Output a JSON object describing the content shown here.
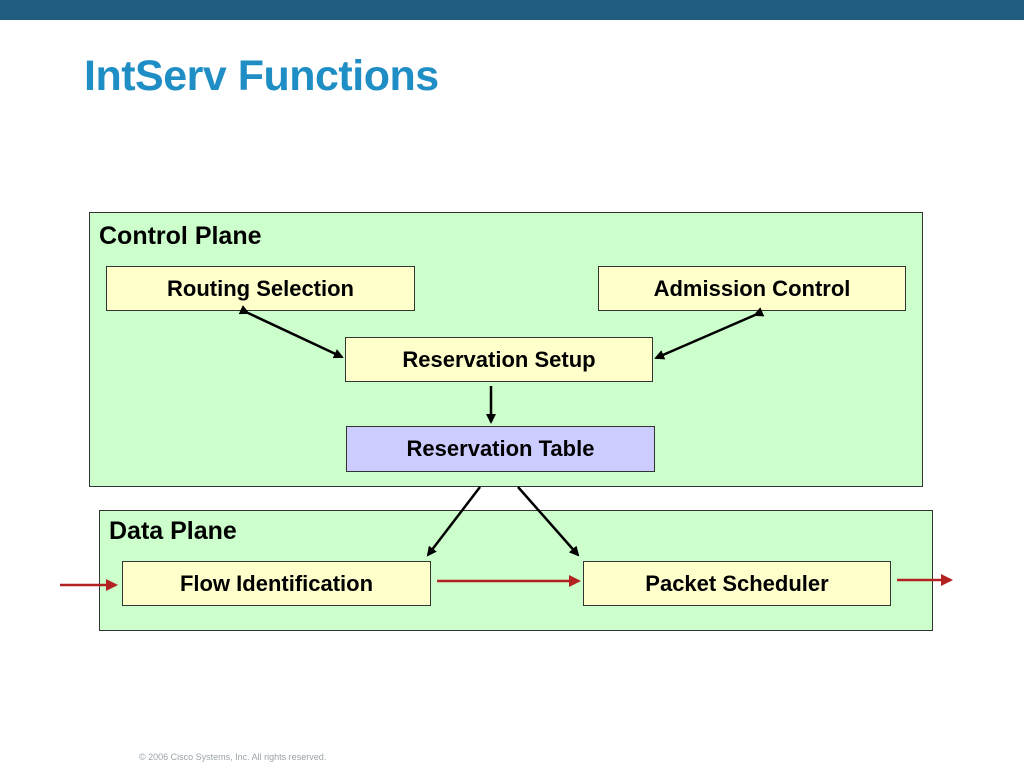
{
  "slide": {
    "title": "IntServ Functions",
    "footer": "© 2006 Cisco Systems, Inc. All rights reserved."
  },
  "control_plane": {
    "label": "Control Plane",
    "routing_selection": "Routing Selection",
    "admission_control": "Admission Control",
    "reservation_setup": "Reservation Setup",
    "reservation_table": "Reservation Table"
  },
  "data_plane": {
    "label": "Data Plane",
    "flow_identification": "Flow Identification",
    "packet_scheduler": "Packet Scheduler"
  },
  "colors": {
    "header_bar": "#1f5c7d",
    "title": "#1f8ec4",
    "plane_fill": "#ccffcc",
    "box_fill": "#ffffcc",
    "table_fill": "#ccccff",
    "control_arrow": "#000000",
    "data_arrow": "#b22222"
  }
}
